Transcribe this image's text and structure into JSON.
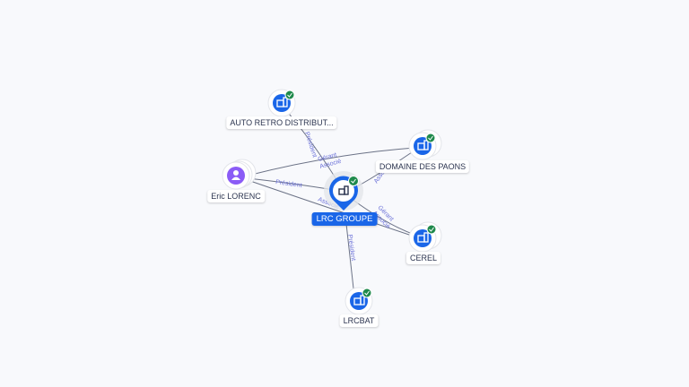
{
  "nodes": {
    "center": {
      "label": "LRC GROUPE",
      "type": "company",
      "verified": true
    },
    "auto_retro": {
      "label": "AUTO RETRO DISTRIBUT...",
      "type": "company",
      "verified": true
    },
    "domaine": {
      "label": "DOMAINE DES PAONS",
      "type": "company",
      "verified": true
    },
    "eric": {
      "label": "Eric LORENC",
      "type": "person"
    },
    "cerel": {
      "label": "CEREL",
      "type": "company",
      "verified": true
    },
    "lrcbat": {
      "label": "LRCBAT",
      "type": "company",
      "verified": true
    }
  },
  "edges": {
    "auto_center": "Président",
    "eric_domaine_1": "Gérant",
    "eric_domaine_2": "Associé",
    "eric_center": "Président",
    "eric_cerel": "Associé",
    "center_domaine": "Associé",
    "center_cerel_1": "Gérant",
    "center_cerel_2": "Associé",
    "center_lrcbat": "Président"
  },
  "colors": {
    "brand": "#1a66e8",
    "person": "#8b5cf6",
    "verified": "#1f8a4c",
    "edge_label": "#6a70d8"
  }
}
